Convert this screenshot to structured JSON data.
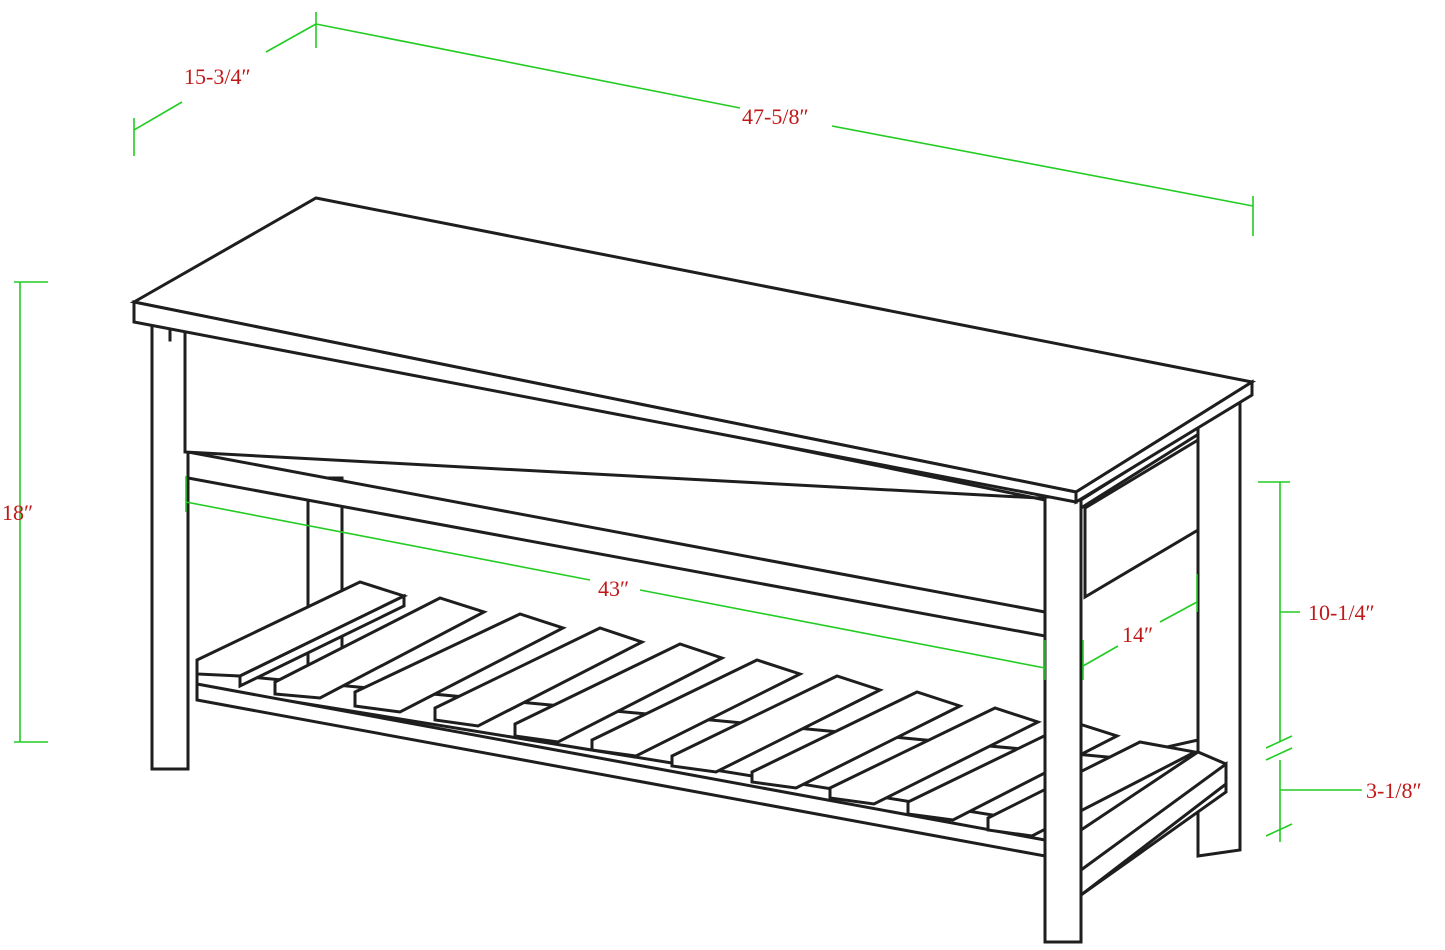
{
  "colors": {
    "outline": "#1e1e1e",
    "dimension_line": "#22cc22",
    "dimension_text": "#c01818",
    "background": "#ffffff"
  },
  "dimensions": {
    "depth": "15-3/4″",
    "width": "47-5/8″",
    "height": "18″",
    "inner_width": "43″",
    "inner_depth": "14″",
    "opening_height": "10-1/4″",
    "shelf_height": "3-1/8″"
  }
}
